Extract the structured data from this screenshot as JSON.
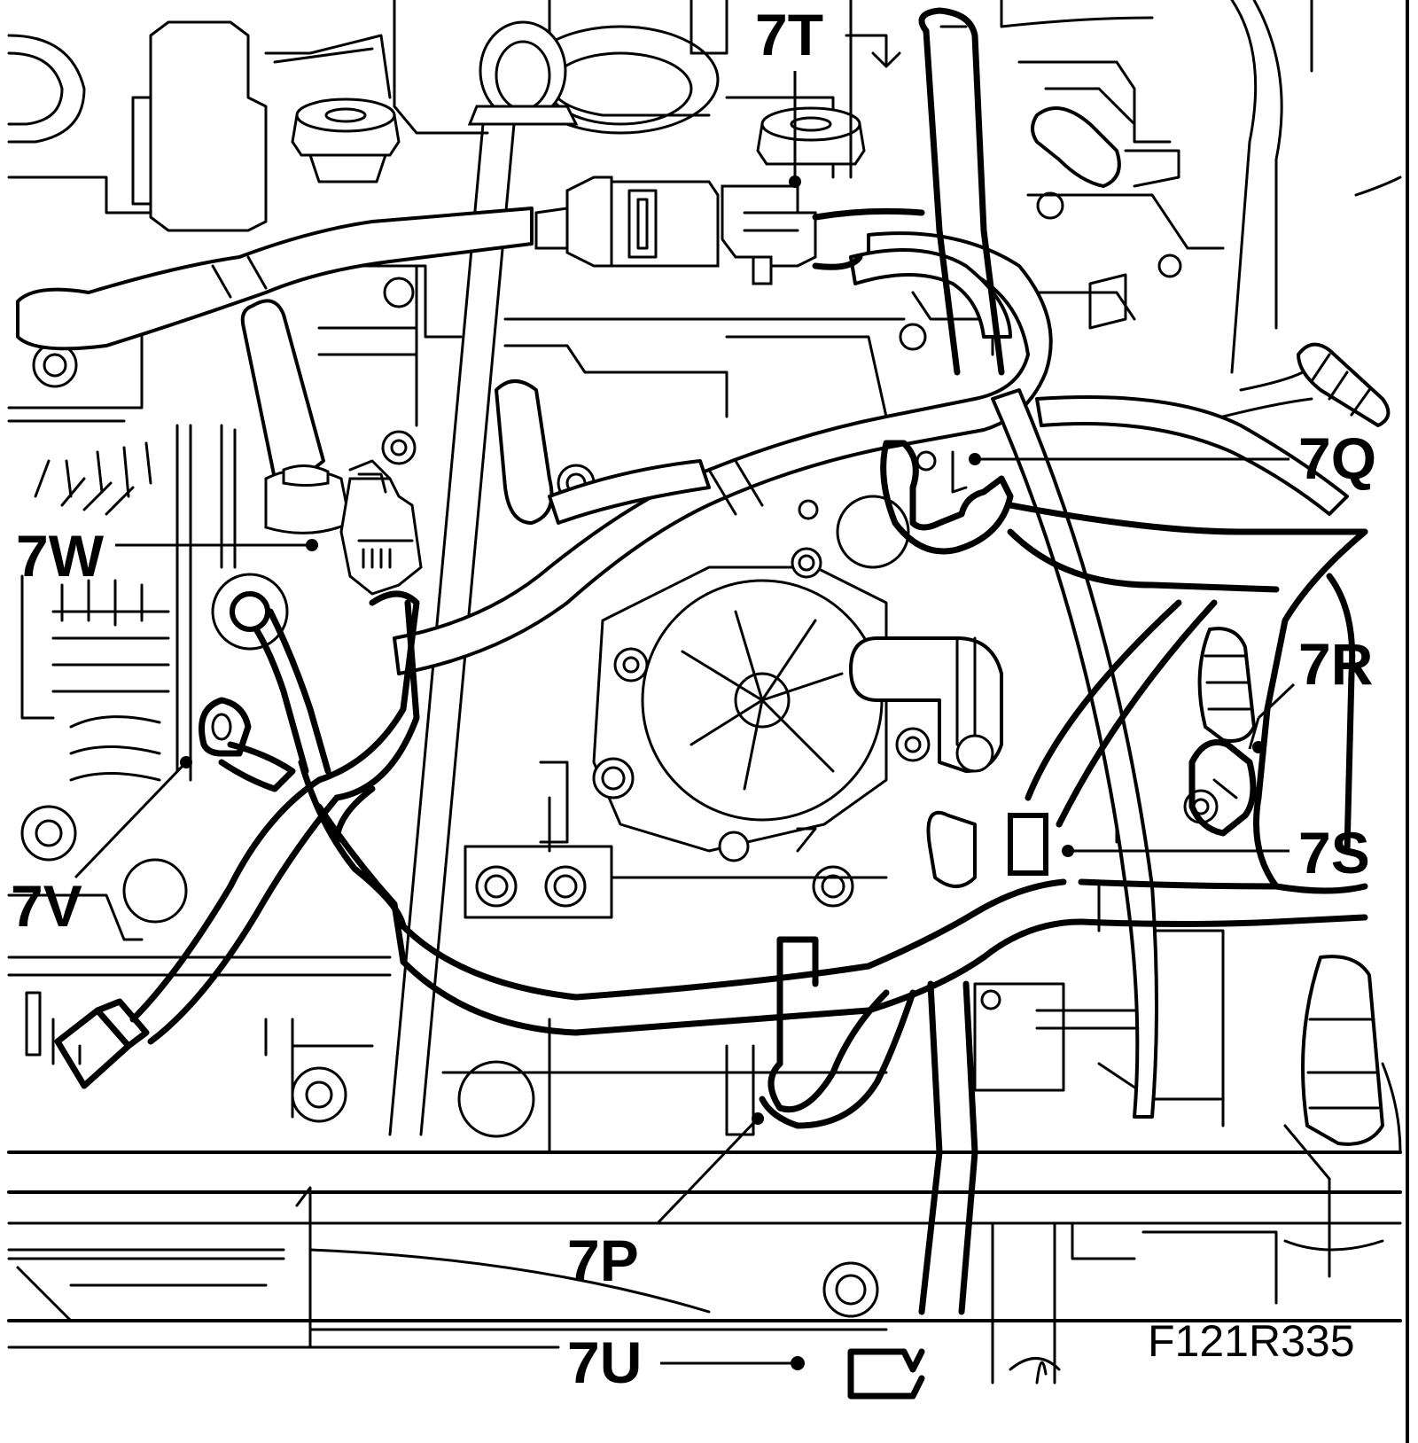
{
  "diagram": {
    "callouts": {
      "7T": "7T",
      "7Q": "7Q",
      "7W": "7W",
      "7R": "7R",
      "7V": "7V",
      "7S": "7S",
      "7P": "7P",
      "7U": "7U"
    },
    "reference_code": "F121R335"
  }
}
